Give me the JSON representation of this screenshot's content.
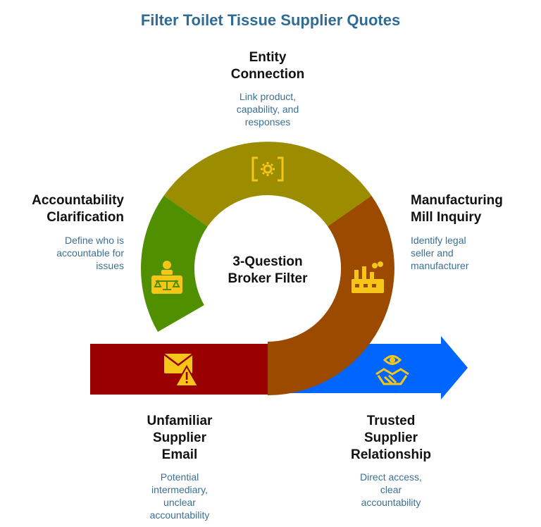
{
  "title": "Filter Toilet Tissue Supplier Quotes",
  "center": {
    "line1": "3-Question",
    "line2": "Broker Filter"
  },
  "stages": {
    "entity": {
      "label_lines": [
        "Entity",
        "Connection"
      ],
      "desc_lines": [
        "Link product,",
        "capability, and",
        "responses"
      ],
      "color": "#9b8c00",
      "icon": "gear-brackets-icon"
    },
    "manufacturing": {
      "label_lines": [
        "Manufacturing",
        "Mill Inquiry"
      ],
      "desc_lines": [
        "Identify legal",
        "seller and",
        "manufacturer"
      ],
      "color": "#9c4a00",
      "icon": "factory-icon"
    },
    "accountability": {
      "label_lines": [
        "Accountability",
        "Clarification"
      ],
      "desc_lines": [
        "Define who is",
        "accountable for",
        "issues"
      ],
      "color": "#4f8f00",
      "icon": "person-scales-icon"
    }
  },
  "start": {
    "label_lines": [
      "Unfamiliar",
      "Supplier",
      "Email"
    ],
    "desc_lines": [
      "Potential",
      "intermediary,",
      "unclear",
      "accountability"
    ],
    "color": "#9a0000",
    "icon": "email-warning-icon"
  },
  "end": {
    "label_lines": [
      "Trusted",
      "Supplier",
      "Relationship"
    ],
    "desc_lines": [
      "Direct access,",
      "clear",
      "accountability"
    ],
    "color": "#0066ff",
    "icon": "handshake-eye-icon"
  },
  "colors": {
    "title": "#2f6c95",
    "description": "#3b6f94",
    "icon": "#f5c518"
  }
}
